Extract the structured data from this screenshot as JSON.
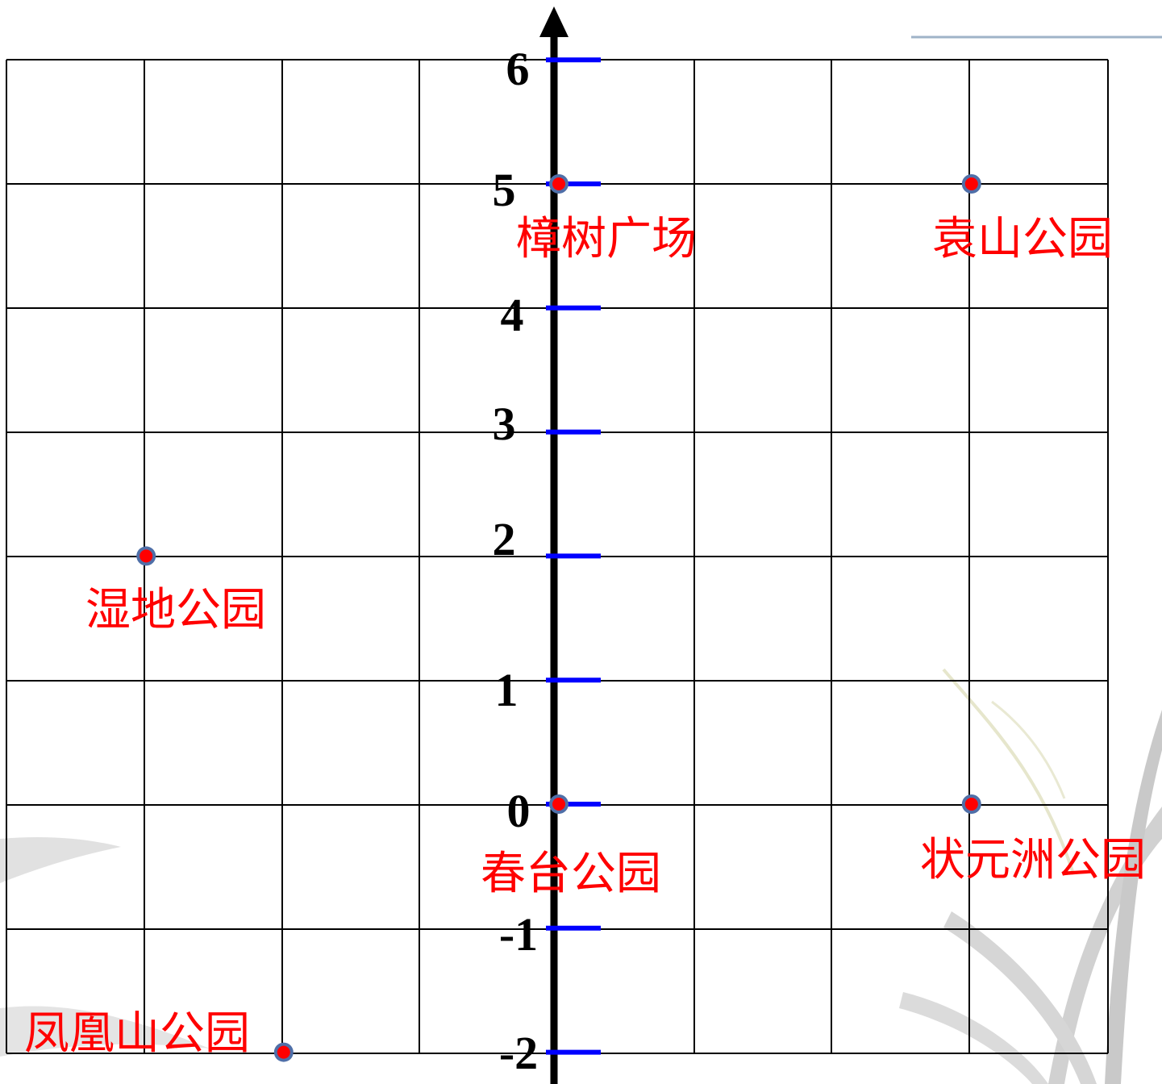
{
  "colors": {
    "grid": "#000000",
    "axis": "#000000",
    "tick": "#0000ff",
    "point_fill": "#ff0000",
    "point_stroke": "#4f6fa8",
    "label": "#ff0000",
    "deco_line": "#9fb3c8"
  },
  "axis": {
    "ticks": [
      {
        "value": 6,
        "label": "6"
      },
      {
        "value": 5,
        "label": "5"
      },
      {
        "value": 4,
        "label": "4"
      },
      {
        "value": 3,
        "label": "3"
      },
      {
        "value": 2,
        "label": "2"
      },
      {
        "value": 1,
        "label": "1"
      },
      {
        "value": 0,
        "label": "0"
      },
      {
        "value": -1,
        "label": "-1"
      },
      {
        "value": -2,
        "label": "-2"
      }
    ]
  },
  "places": [
    {
      "name": "樟树广场",
      "x": 0,
      "y": 5
    },
    {
      "name": "袁山公园",
      "x": 3,
      "y": 5
    },
    {
      "name": "湿地公园",
      "x": -3,
      "y": 2
    },
    {
      "name": "春台公园",
      "x": 0,
      "y": 0
    },
    {
      "name": "状元洲公园",
      "x": 3,
      "y": 0
    },
    {
      "name": "凤凰山公园",
      "x": -2,
      "y": -2
    }
  ]
}
